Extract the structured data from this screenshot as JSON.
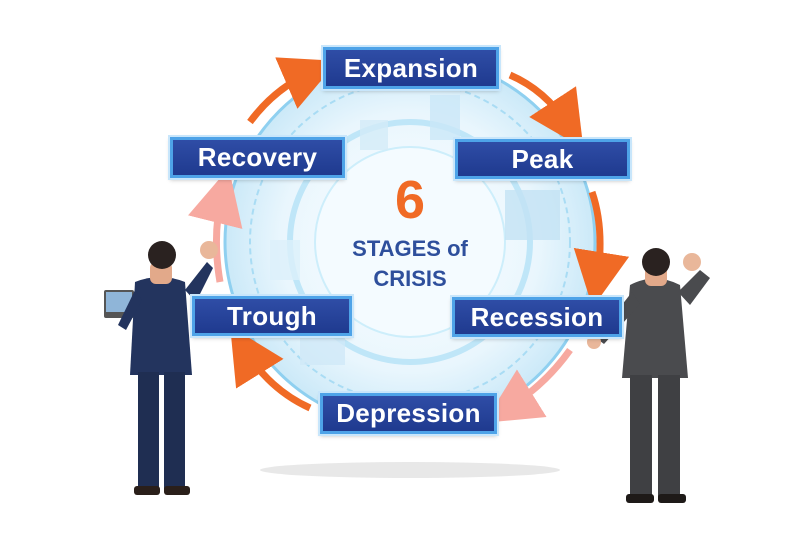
{
  "diagram": {
    "center_number": "6",
    "center_line1": "STAGES of",
    "center_line2": "CRISIS",
    "stages": {
      "expansion": "Expansion",
      "peak": "Peak",
      "recession": "Recession",
      "depression": "Depression",
      "trough": "Trough",
      "recovery": "Recovery"
    }
  },
  "colors": {
    "label_fill": "#2f4da6",
    "label_border": "#4ea3e8",
    "arrow_orange": "#f06a25",
    "arrow_faded": "#f7a9a0",
    "center_number": "#f06a25",
    "center_text": "#2e4f9c",
    "ring": "#8fd0f0"
  }
}
